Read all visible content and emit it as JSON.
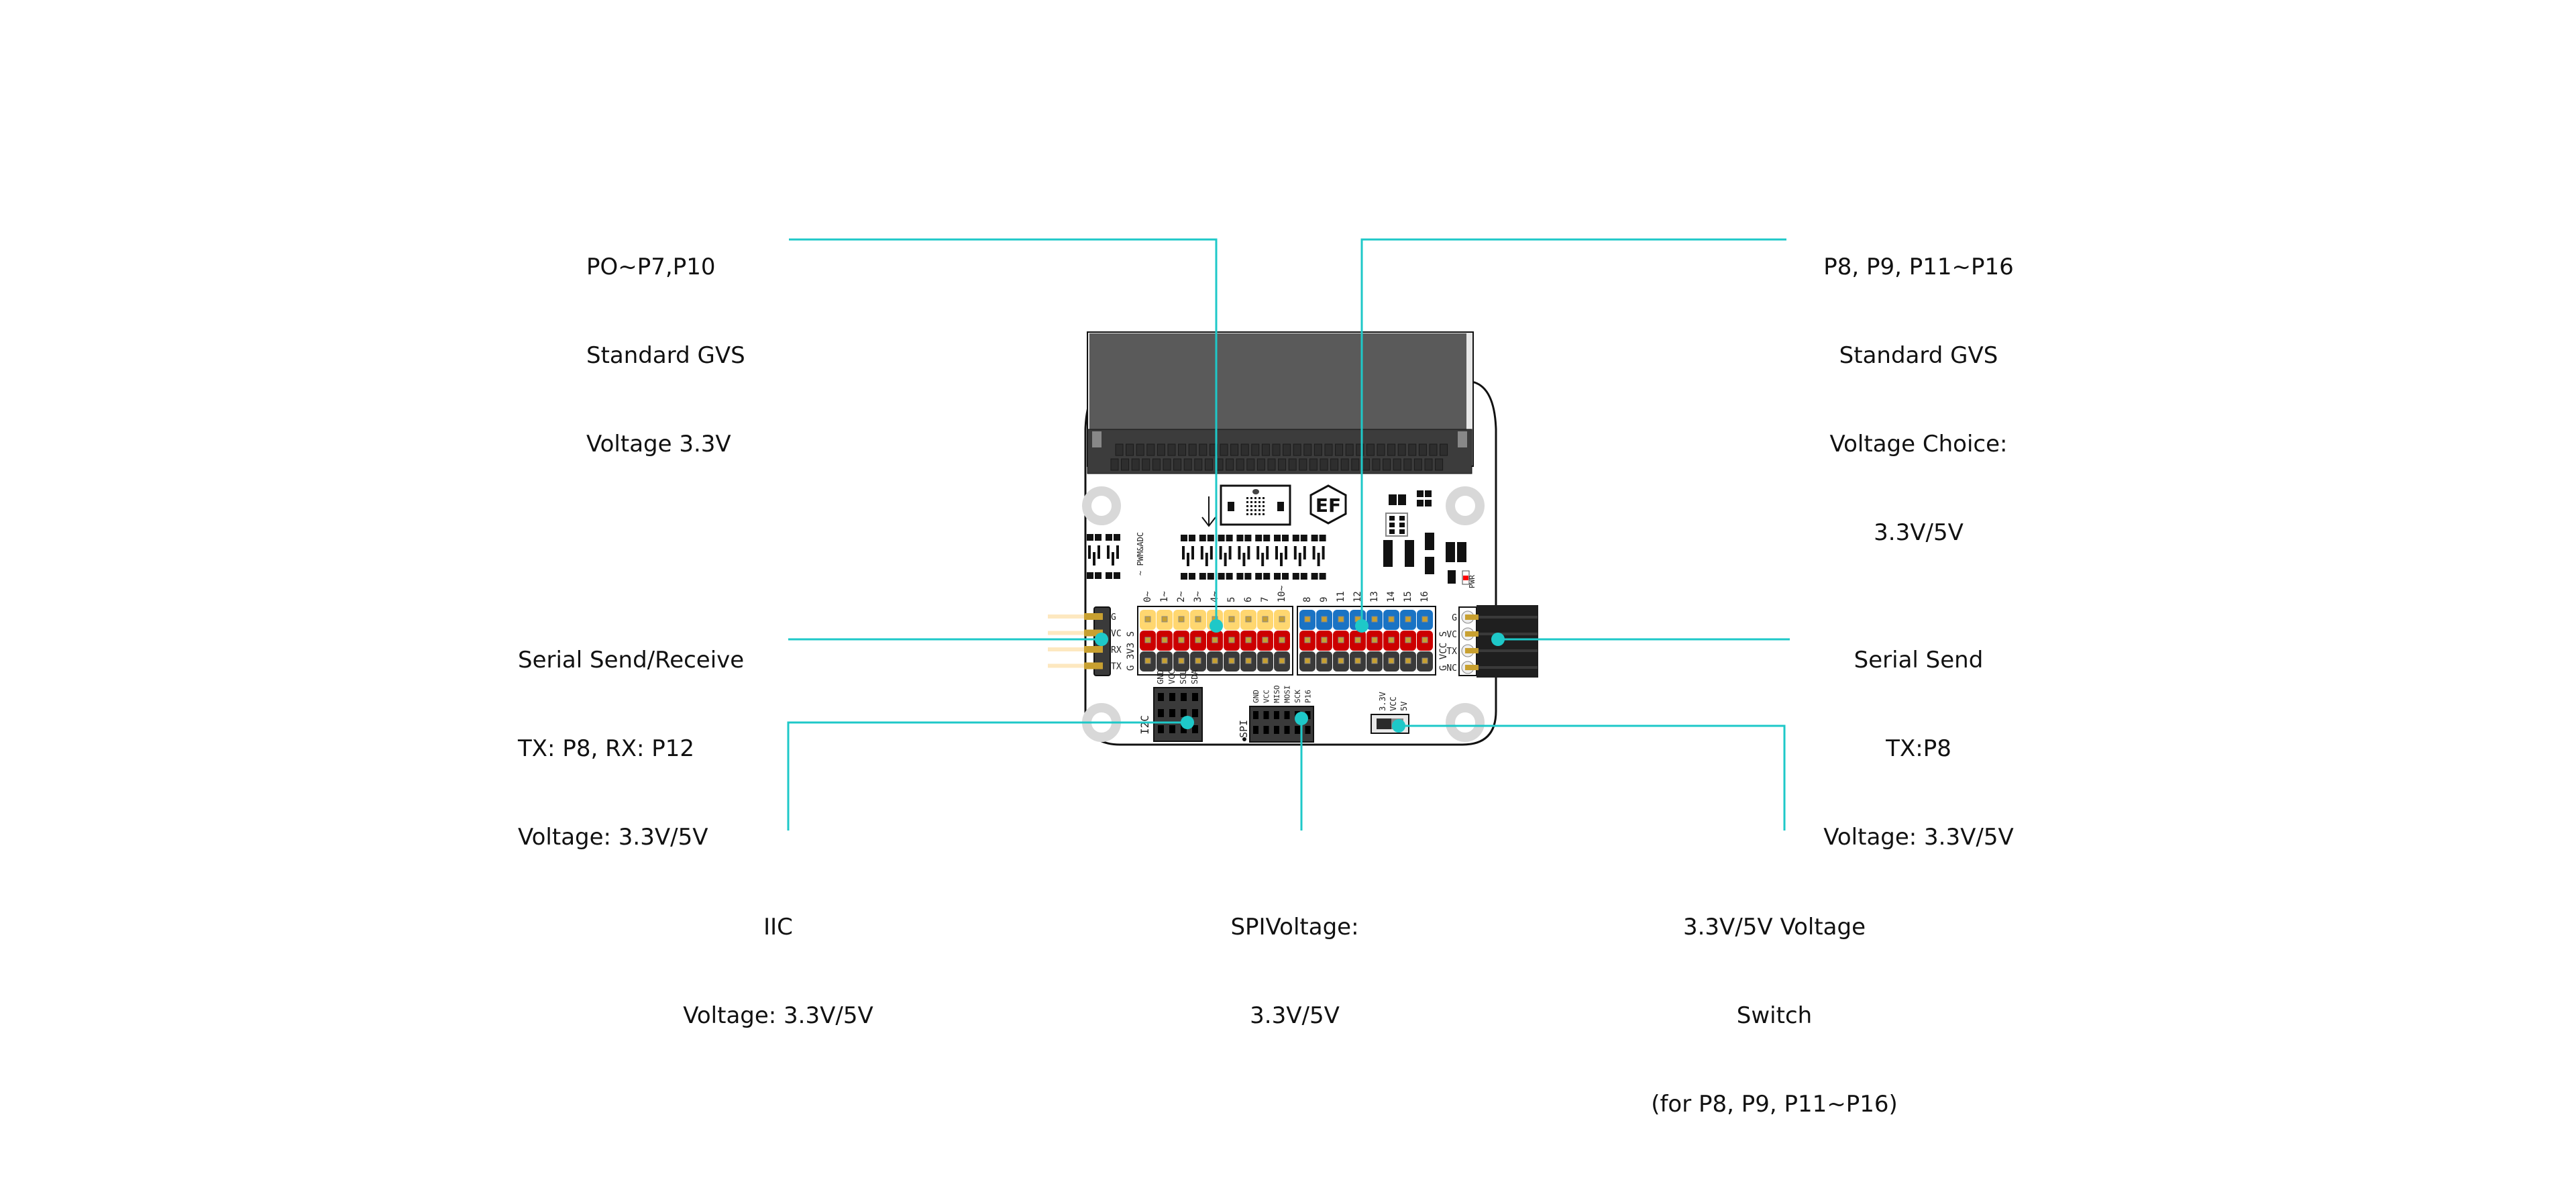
{
  "diagram": {
    "subject": "micro:bit expansion board (EF) pinout",
    "leader_color": "#1ec8c8",
    "colors": {
      "signal_row": "#ffd770",
      "power_row_3v3": "#cc0000",
      "ground_row": "#3a3a3a",
      "signal_row_selectable": "#1a73c4",
      "pin": "#c8a030",
      "connector": "#5a5a5a",
      "connector_dark": "#3c3c3c",
      "mount_hole": "#d8d8d8",
      "pwr_led": "#ff0000"
    }
  },
  "callouts": [
    {
      "id": "p0-p7-p10",
      "lines": [
        "PO~P7,P10",
        "Standard GVS",
        "Voltage 3.3V"
      ]
    },
    {
      "id": "p8-p16",
      "lines": [
        "P8, P9, P11~P16",
        "Standard GVS",
        "Voltage Choice:",
        "3.3V/5V"
      ]
    },
    {
      "id": "serial-send-receive",
      "lines": [
        "Serial Send/Receive",
        "TX: P8, RX: P12",
        "Voltage: 3.3V/5V"
      ]
    },
    {
      "id": "serial-send",
      "lines": [
        "Serial Send",
        "TX:P8",
        "Voltage: 3.3V/5V"
      ]
    },
    {
      "id": "iic",
      "lines": [
        "IIC",
        "Voltage: 3.3V/5V"
      ]
    },
    {
      "id": "spi",
      "lines": [
        "SPIVoltage:",
        "3.3V/5V"
      ]
    },
    {
      "id": "voltage-switch",
      "lines": [
        "3.3V/5V Voltage",
        "Switch",
        "(for P8, P9, P11~P16)"
      ]
    }
  ],
  "board": {
    "logo_text": "EF",
    "pwm_label": "~ PWM&ADC",
    "pwr_label": "PWR",
    "gvs_left": {
      "pins": [
        "0~",
        "1~",
        "2~",
        "3~",
        "4~",
        "5",
        "6",
        "7",
        "10~"
      ],
      "row_labels": [
        "S",
        "3V3",
        "G"
      ]
    },
    "gvs_right": {
      "pins": [
        "8",
        "9",
        "11",
        "12",
        "13",
        "14",
        "15",
        "16"
      ],
      "row_labels": [
        "S",
        "VCC",
        "G"
      ]
    },
    "serial_left": {
      "pins": [
        "G",
        "VC",
        "RX",
        "TX"
      ]
    },
    "serial_right": {
      "pins": [
        "G",
        "VC",
        "TX",
        "NC"
      ]
    },
    "i2c": {
      "label": "I2C",
      "pins": [
        "GND",
        "VCC",
        "SCL",
        "SDA"
      ]
    },
    "spi": {
      "label": "SPI",
      "pins": [
        "GND",
        "VCC",
        "MISO",
        "MOSI",
        "SCK",
        "P16"
      ]
    },
    "switch": {
      "labels": [
        "3.3V",
        "VCC",
        "5V"
      ]
    }
  }
}
